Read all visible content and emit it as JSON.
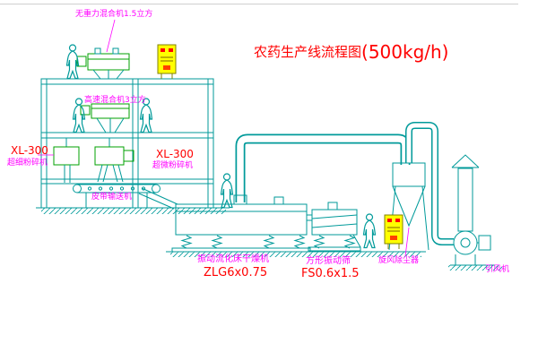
{
  "title": {
    "part1": "农药生产线流程图",
    "part2": "(500kg/h)"
  },
  "labels": {
    "gravity_mixer": "无重力混合机1.5立方",
    "high_speed_mixer": "高速混合机3立方",
    "mill_left_model": "XL-300",
    "mill_left_name": "超细粉碎机",
    "mill_mid_model": "XL-300",
    "mill_mid_name": "超微粉碎机",
    "belt_conveyor": "皮带输送机",
    "dryer_name": "振动流化床干燥机",
    "dryer_model": "ZLG6x0.75",
    "sieve_name": "方形振动筛",
    "sieve_model": "FS0.6x1.5",
    "cyclone_name": "旋风除尘器",
    "fan_name": "引风机"
  },
  "colors": {
    "structure_cyan": "#009a9a",
    "machine_green": "#00a000",
    "label_magenta": "#ff00ff",
    "label_red": "#ff0000",
    "cabinet_yellow": "#ffff00",
    "indicator_red": "#ff0000"
  }
}
